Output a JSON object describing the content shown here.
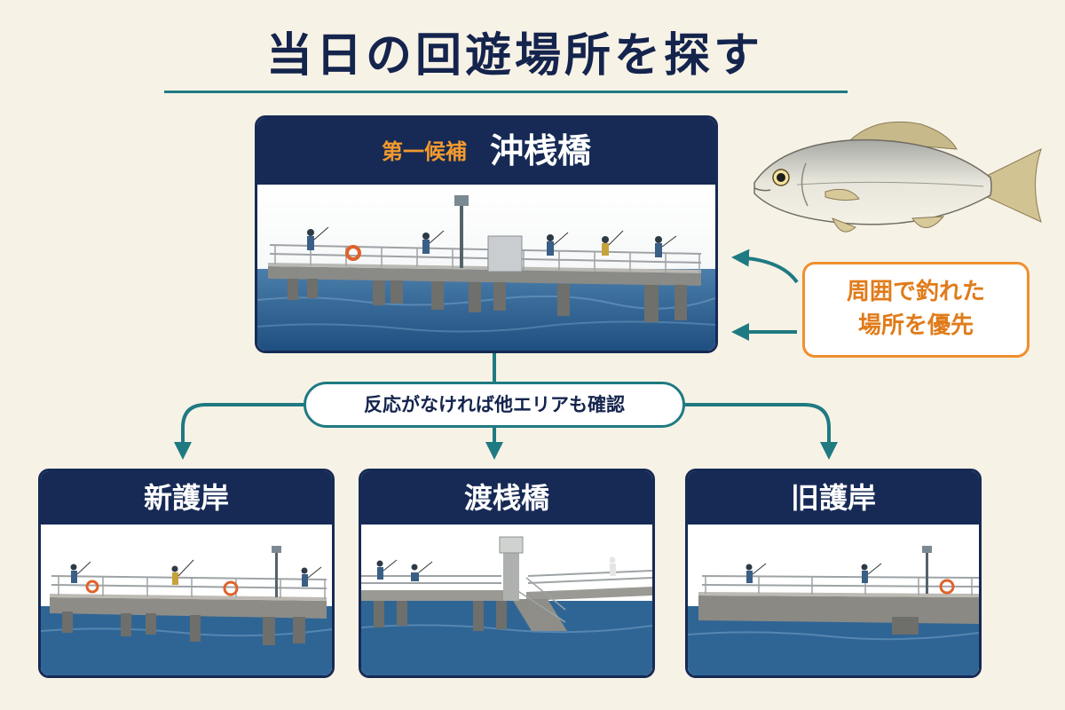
{
  "title": "当日の回遊場所を探す",
  "primary": {
    "tag": "第一候補",
    "name": "沖桟橋"
  },
  "callout": {
    "line1": "周囲で釣れた",
    "line2": "場所を優先"
  },
  "branch_label": "反応がなければ他エリアも確認",
  "alternatives": [
    {
      "name": "新護岸"
    },
    {
      "name": "渡桟橋"
    },
    {
      "name": "旧護岸"
    }
  ],
  "colors": {
    "navy": "#162a55",
    "teal": "#1f7a82",
    "orange": "#ef8f2c",
    "background": "#f7f2e6",
    "sea": "#2f6594"
  },
  "icons": [
    "fish-icon",
    "pier-illustration",
    "arrow-icon"
  ]
}
